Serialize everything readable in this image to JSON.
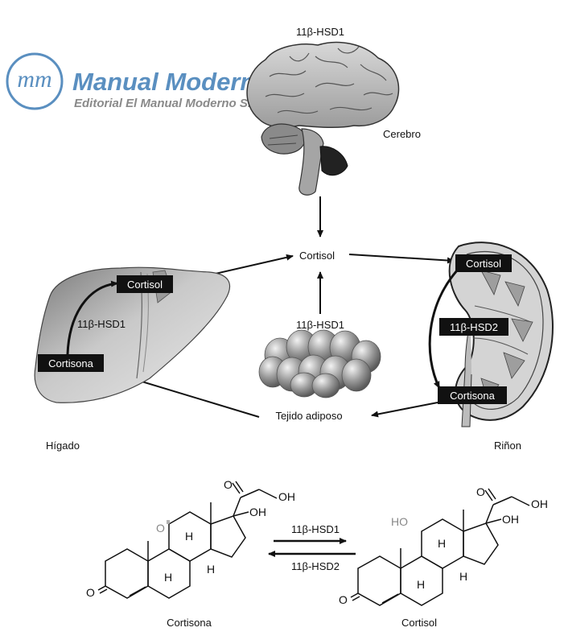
{
  "watermark": {
    "logo_text": "mm",
    "title": "Manual Moderno",
    "subtitle": "Editorial El Manual Moderno S.A. de C.V.",
    "registered": "®",
    "color": "#5a8fc0"
  },
  "organs": {
    "brain": {
      "enzyme": "11β-HSD1",
      "label": "Cerebro"
    },
    "center": {
      "label": "Cortisol"
    },
    "adipose": {
      "enzyme": "11β-HSD1",
      "label": "Tejido adiposo"
    },
    "liver": {
      "label": "Hígado",
      "enzyme": "11β-HSD1",
      "box_top": "Cortisol",
      "box_bottom": "Cortisona"
    },
    "kidney": {
      "label": "Riñon",
      "box_top": "Cortisol",
      "box_middle": "11β-HSD2",
      "box_bottom": "Cortisona"
    }
  },
  "reaction": {
    "left_label": "Cortisona",
    "right_label": "Cortisol",
    "forward_enzyme": "11β-HSD1",
    "reverse_enzyme": "11β-HSD2",
    "left_atoms": {
      "ketone_o": "O",
      "side_o": "O",
      "oh_top": "OH",
      "oh_mid": "OH",
      "o_bottom": "O",
      "h1": "H",
      "h2": "H",
      "h3": "H"
    },
    "right_atoms": {
      "ho": "HO",
      "side_o": "O",
      "oh_top": "OH",
      "oh_mid": "OH",
      "o_bottom": "O",
      "h1": "H",
      "h2": "H",
      "h3": "H"
    }
  }
}
